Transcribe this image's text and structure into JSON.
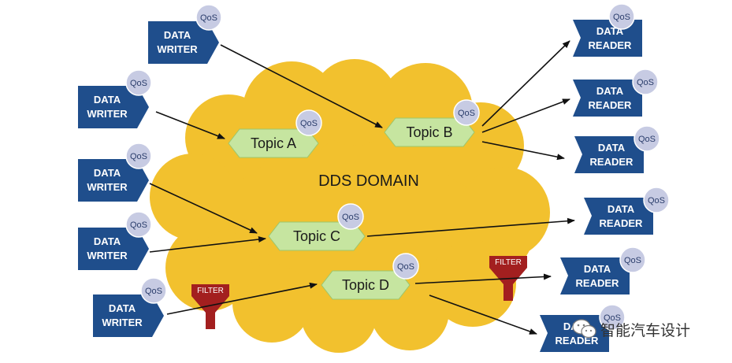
{
  "diagram": {
    "domain_label": "DDS DOMAIN",
    "writer_lines": [
      "DATA",
      "WRITER"
    ],
    "reader_lines": [
      "DATA",
      "READER"
    ],
    "qos_label": "QoS",
    "filter_label": "FILTER",
    "topics": [
      "Topic A",
      "Topic B",
      "Topic C",
      "Topic D"
    ],
    "watermark": "智能汽车设计",
    "colors": {
      "cloud": "#f2c12e",
      "box": "#1f4e8c",
      "topic": "#c6e5a0",
      "qos": "#c7cbe3",
      "filter": "#a31f1f",
      "arrow": "#111111"
    }
  }
}
